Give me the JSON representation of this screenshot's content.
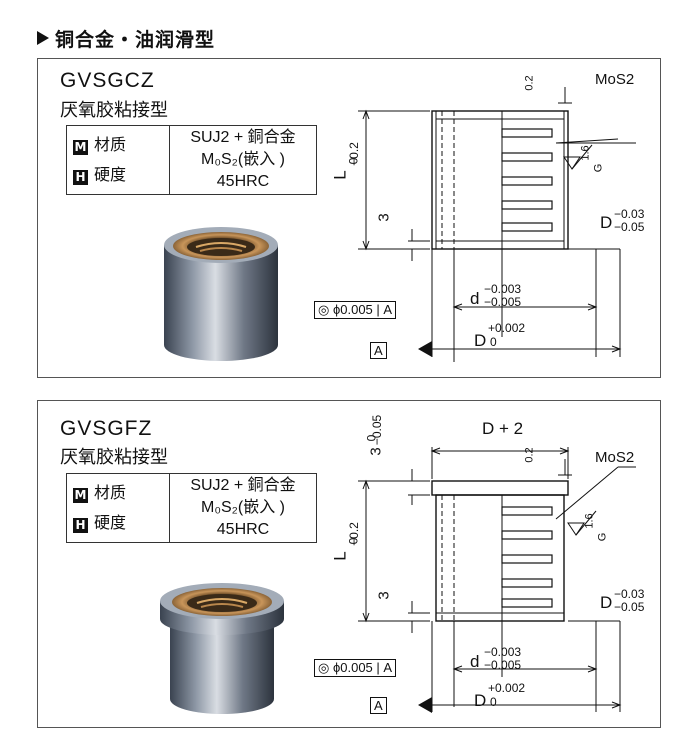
{
  "heading": "铜合金・油润滑型",
  "products": [
    {
      "model": "GVSGCZ",
      "subtitle": "厌氧胶粘接型",
      "material_icon": "M",
      "material_label": "材质",
      "material_value": "SUJ2 + 銅合金",
      "material_insert": "M₀S₂(嵌入 )",
      "hardness_icon": "H",
      "hardness_label": "硬度",
      "hardness_value": "45HRC",
      "dims": {
        "mos2": "MoS2",
        "roughness_top": "0.2",
        "roughness_side": "1.6",
        "roughness_g": "G",
        "l_upper": "0",
        "l_label": "L",
        "l_lower": "−0.2",
        "three": "3",
        "d_outer_label": "D",
        "d_outer_upper": "−0.03",
        "d_outer_lower": "−0.05",
        "d_inner_label": "d",
        "d_inner_upper": "−0.003",
        "d_inner_lower": "−0.005",
        "concentric": "ϕ0.005",
        "datum": "A",
        "big_d_label": "D",
        "big_d_upper": "+0.002",
        "big_d_lower": "0"
      }
    },
    {
      "model": "GVSGFZ",
      "subtitle": "厌氧胶粘接型",
      "material_icon": "M",
      "material_label": "材质",
      "material_value": "SUJ2 + 銅合金",
      "material_insert": "M₀S₂(嵌入 )",
      "hardness_icon": "H",
      "hardness_label": "硬度",
      "hardness_value": "45HRC",
      "dims": {
        "flange_label": "D + 2",
        "flange_upper": "0",
        "flange_three": "3",
        "flange_lower": "−0.05",
        "mos2": "MoS2",
        "roughness_top": "0.2",
        "roughness_side": "1.6",
        "roughness_g": "G",
        "l_upper": "0",
        "l_label": "L",
        "l_lower": "−0.2",
        "three": "3",
        "d_outer_label": "D",
        "d_outer_upper": "−0.03",
        "d_outer_lower": "−0.05",
        "d_inner_label": "d",
        "d_inner_upper": "−0.003",
        "d_inner_lower": "−0.005",
        "concentric": "ϕ0.005",
        "datum": "A",
        "big_d_label": "D",
        "big_d_upper": "+0.002",
        "big_d_lower": "0"
      }
    }
  ]
}
